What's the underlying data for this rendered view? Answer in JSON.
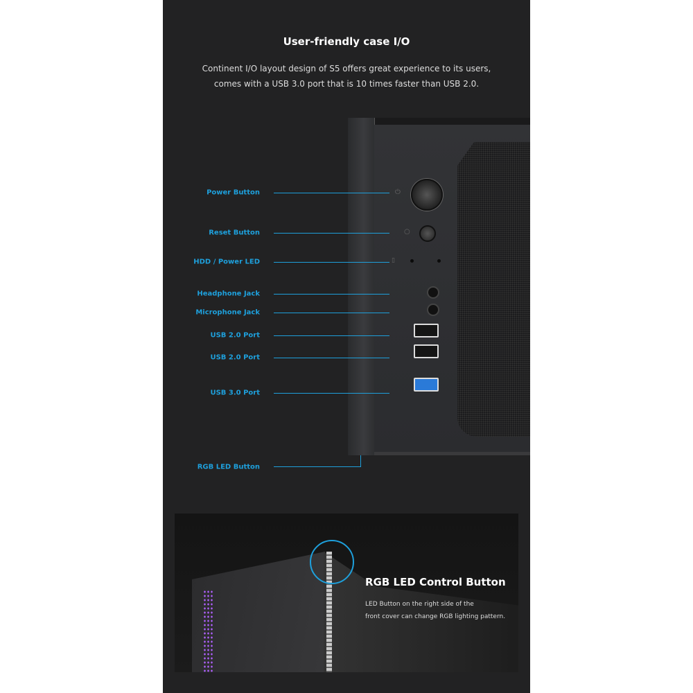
{
  "header": {
    "title": "User-friendly case I/O",
    "description_line1": "Continent I/O layout design of S5 offers great experience to its users,",
    "description_line2": "comes with a USB 3.0 port that is 10 times faster than USB 2.0."
  },
  "callouts": [
    {
      "label": "Power Button"
    },
    {
      "label": "Reset Button"
    },
    {
      "label": "HDD / Power LED"
    },
    {
      "label": "Headphone Jack"
    },
    {
      "label": "Microphone Jack"
    },
    {
      "label": "USB 2.0 Port"
    },
    {
      "label": "USB 2.0 Port"
    },
    {
      "label": "USB 3.0 Port"
    },
    {
      "label": "RGB LED Button"
    }
  ],
  "led_section": {
    "title": "RGB LED Control Button",
    "text_line1": "LED Button on the right side of the",
    "text_line2": "front cover can change RGB lighting pattern."
  },
  "colors": {
    "accent": "#1ea0dc",
    "panel": "#222223"
  }
}
